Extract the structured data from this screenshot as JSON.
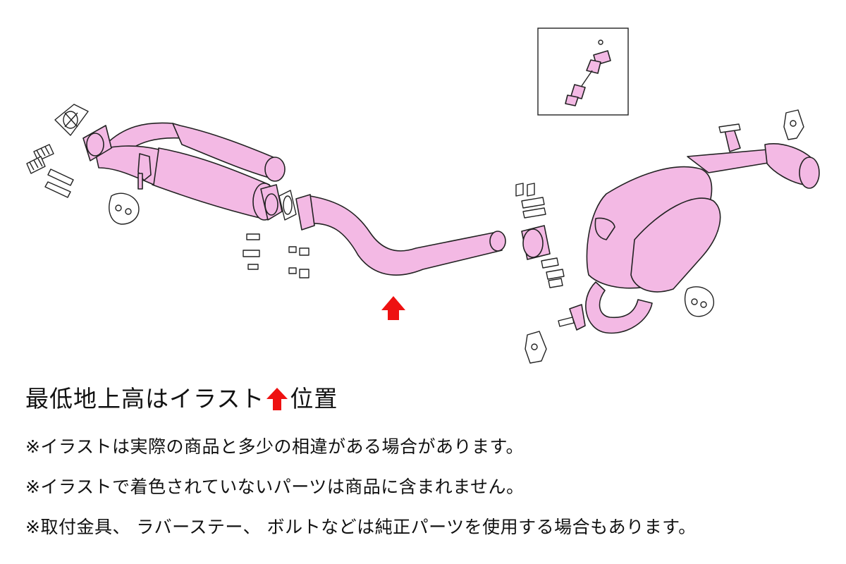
{
  "colors": {
    "part_fill": "#f3b9e4",
    "outline": "#222222",
    "arrow": "#ee1111",
    "hardware": "#ffffff"
  },
  "icons": {
    "ground_clearance_marker": "red-up-arrow-icon"
  },
  "notes": {
    "main_before": "最低地上高はイラスト",
    "main_after": "位置",
    "items": [
      "※イラストは実際の商品と多少の相違がある場合があります。",
      "※イラストで着色されていないパーツは商品に含まれません。",
      "※取付金具、 ラバーステー、 ボルトなどは純正パーツを使用する場合もあります。"
    ]
  }
}
